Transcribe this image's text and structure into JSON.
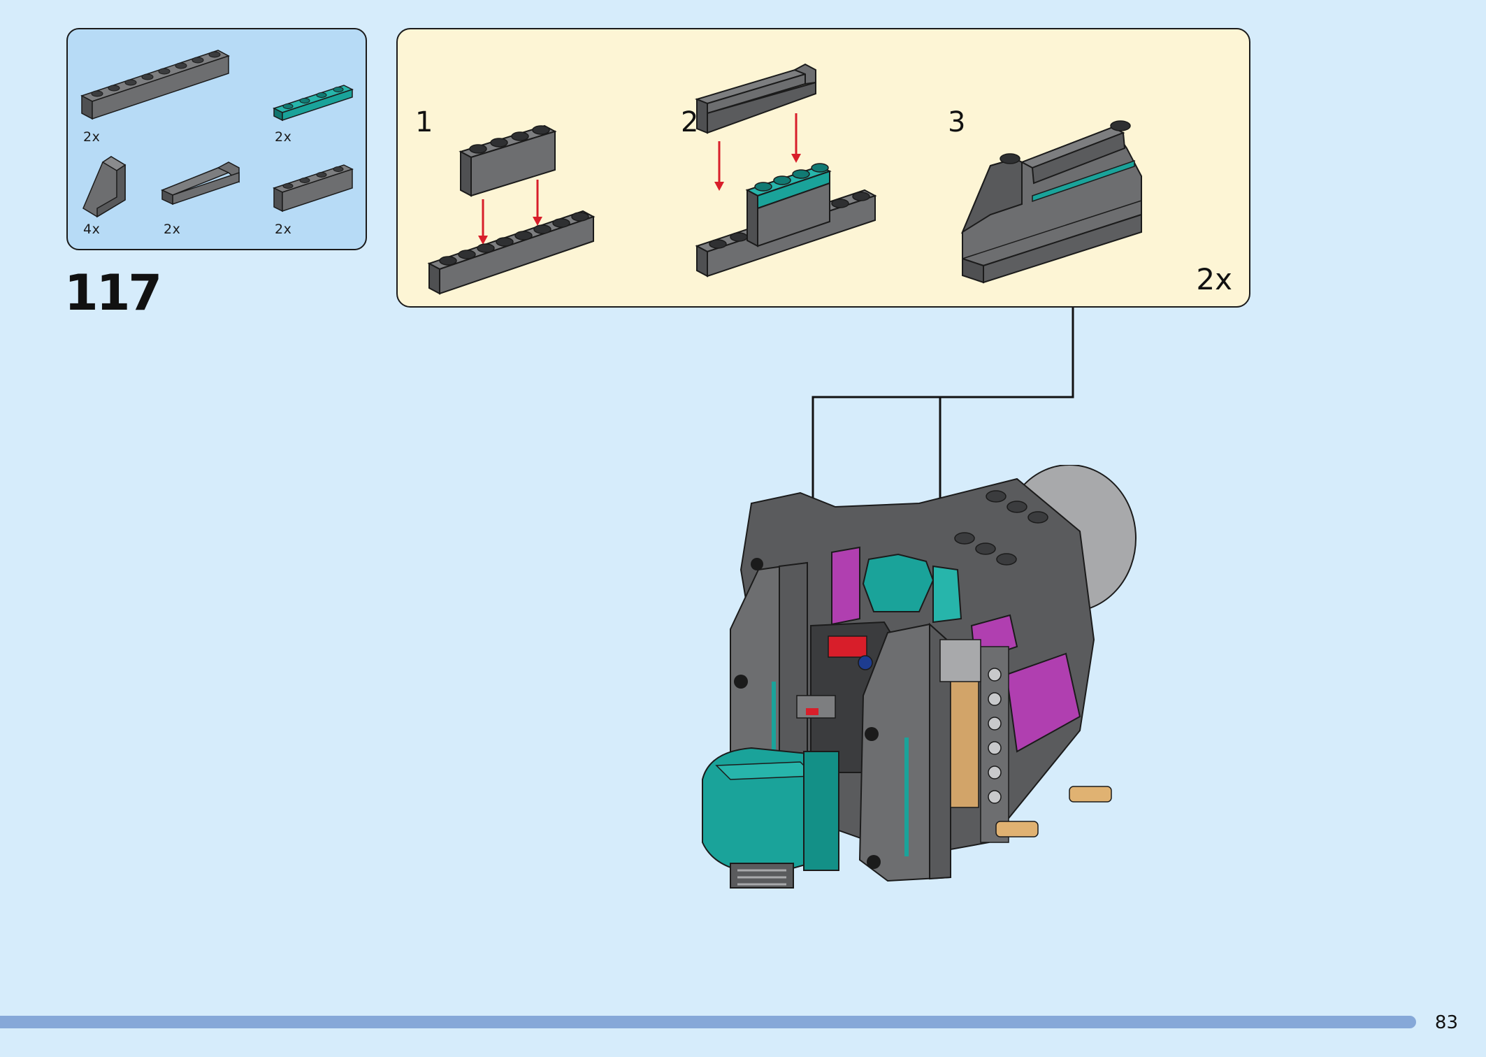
{
  "step": {
    "number": "117"
  },
  "parts_list": [
    {
      "name": "brick-1x8-dark-gray",
      "qty": "2x",
      "color": "#6d6e70"
    },
    {
      "name": "plate-1x4-teal",
      "qty": "2x",
      "color": "#1aa39a"
    },
    {
      "name": "slope-brick-dark-gray",
      "qty": "4x",
      "color": "#6d6e70"
    },
    {
      "name": "plate-1x4-with-wall-dark-gray",
      "qty": "2x",
      "color": "#6d6e70"
    },
    {
      "name": "brick-1x4-dark-gray",
      "qty": "2x",
      "color": "#6d6e70"
    }
  ],
  "sub_assembly": {
    "steps": [
      {
        "number": "1"
      },
      {
        "number": "2"
      },
      {
        "number": "3"
      }
    ],
    "multiplier": "2x"
  },
  "colors": {
    "page_background": "#d6ecfb",
    "parts_box": "#b7dbf6",
    "sub_panel": "#fdf5d5",
    "brick_gray": "#6d6e70",
    "teal": "#1aa39a",
    "magenta": "#b03fb0",
    "arrow_red": "#d81e2a",
    "page_bar": "#86a8d8"
  },
  "footer": {
    "page_number": "83"
  }
}
